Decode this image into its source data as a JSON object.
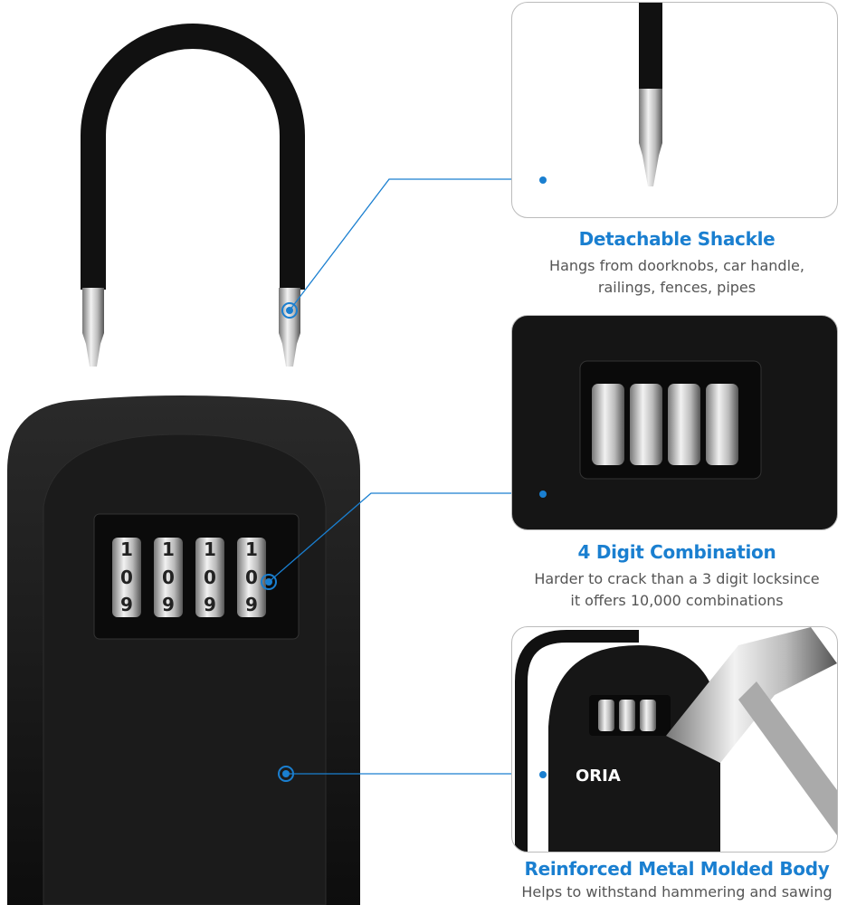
{
  "features": [
    {
      "title": "Detachable Shackle",
      "description_lines": [
        "Hangs from doorknobs, car handle,",
        "railings, fences, pipes"
      ]
    },
    {
      "title": "4 Digit Combination",
      "description_lines": [
        "Harder to crack than a 3 digit locksince",
        "it offers 10,000 combinations"
      ]
    },
    {
      "title": "Reinforced Metal Molded Body",
      "description_lines": [
        "Helps to withstand hammering and sawing"
      ]
    }
  ],
  "dial_digits": {
    "top": "1",
    "middle": "0",
    "bottom": "9"
  },
  "brand_logo": "ORIA",
  "colors": {
    "accent": "#1a7fd0",
    "body": "#111111"
  }
}
